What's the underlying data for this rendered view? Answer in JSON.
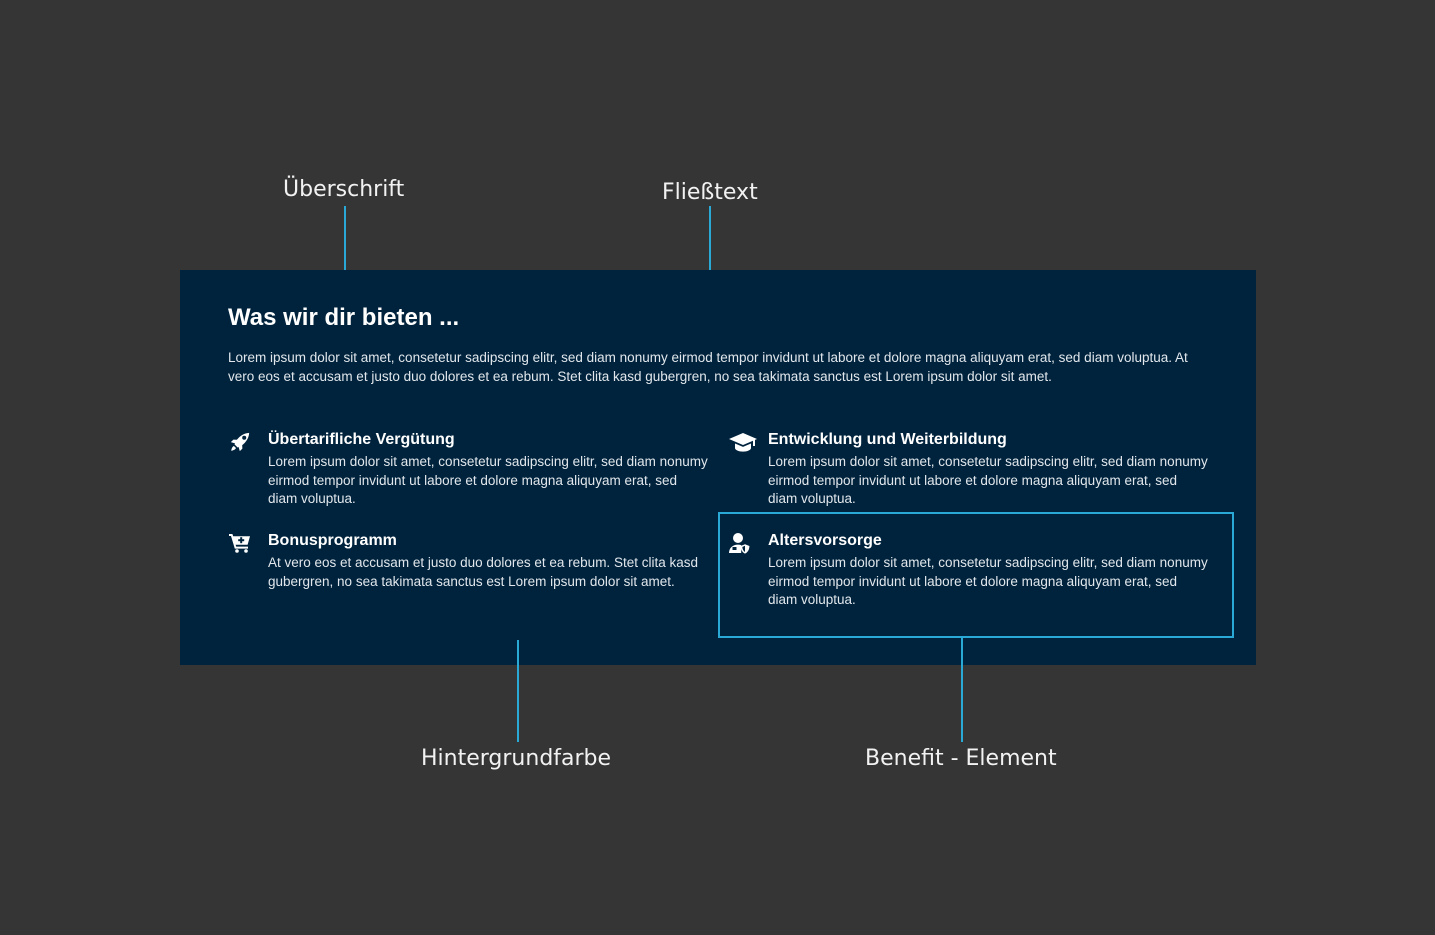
{
  "annotations": {
    "heading_label": "Überschrift",
    "body_label": "Fließtext",
    "background_label": "Hintergrundfarbe",
    "benefit_label": "Benefit - Element"
  },
  "colors": {
    "canvas": "#353535",
    "panel": "#00233d",
    "accent": "#2aa8d6",
    "heading_text": "#ffffff",
    "body_text": "#e1e7ec"
  },
  "panel": {
    "heading": "Was wir dir bieten ...",
    "body": "Lorem ipsum dolor sit amet, consetetur sadipscing elitr, sed diam nonumy eirmod tempor invidunt ut labore et dolore magna aliquyam erat, sed diam voluptua. At vero eos et accusam et justo duo dolores et ea rebum. Stet clita kasd gubergren, no sea takimata sanctus est Lorem ipsum dolor sit amet.",
    "benefits": [
      {
        "icon": "rocket-icon",
        "title": "Übertarifliche Vergütung",
        "text": "Lorem ipsum dolor sit amet, consetetur sadipscing elitr, sed diam nonumy eirmod tempor invidunt ut labore et dolore magna aliquyam erat, sed diam voluptua."
      },
      {
        "icon": "graduation-cap-icon",
        "title": "Entwicklung und Weiterbildung",
        "text": "Lorem ipsum dolor sit amet, consetetur sadipscing elitr, sed diam nonumy eirmod tempor invidunt ut labore et dolore magna aliquyam erat, sed diam voluptua."
      },
      {
        "icon": "cart-plus-icon",
        "title": "Bonusprogramm",
        "text": "At vero eos et accusam et justo duo dolores et ea rebum. Stet clita kasd gubergren, no sea takimata sanctus est Lorem ipsum dolor sit amet."
      },
      {
        "icon": "user-shield-icon",
        "title": "Altersvorsorge",
        "text": "Lorem ipsum dolor sit amet, consetetur sadipscing elitr, sed diam nonumy eirmod tempor invidunt ut labore et dolore magna aliquyam erat, sed diam voluptua."
      }
    ]
  }
}
